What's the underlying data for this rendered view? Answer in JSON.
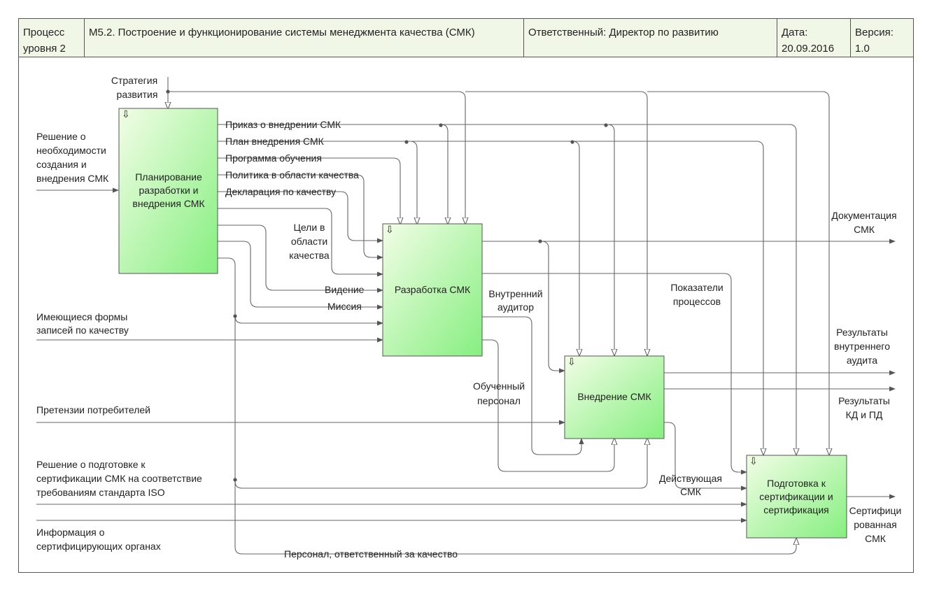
{
  "header": {
    "level": [
      "Процесс",
      "уровня 2"
    ],
    "title": "М5.2.  Построение и функционирование системы менеджмента качества (СМК)",
    "responsible": "Ответственный: Директор по развитию",
    "date": [
      "Дата:",
      "20.09.2016"
    ],
    "version": [
      "Версия:",
      "1.0"
    ]
  },
  "boxes": {
    "planning": [
      "Планирование",
      "разработки и",
      "внедрения СМК"
    ],
    "development": [
      "Разработка СМК"
    ],
    "implementation": [
      "Внедрение СМК"
    ],
    "certification": [
      "Подготовка к",
      "сертификации и",
      "сертификация"
    ]
  },
  "inputs": {
    "decision": [
      "Решение о",
      "необходимости",
      "создания и",
      "внедрения СМК"
    ],
    "forms": [
      "Имеющиеся формы",
      "записей по качеству"
    ],
    "claims": [
      "Претензии потребителей"
    ],
    "cert_decision": [
      "Решение о подготовке к",
      "сертификации СМК на соответствие",
      "требованиям стандарта ISO"
    ],
    "cert_bodies": [
      "Информация о",
      "сертифицирующих органах"
    ]
  },
  "controls": {
    "strategy": [
      "Стратегия",
      "развития"
    ]
  },
  "planning_outputs": {
    "order": "Приказ о внедрении СМК",
    "plan": "План внедрения СМК",
    "training": "Программа обучения",
    "policy": "Политика в области качества",
    "declaration": "Декларация по качеству",
    "goals": [
      "Цели в",
      "области",
      "качества"
    ],
    "vision": "Видение",
    "mission": "Миссия"
  },
  "flows": {
    "internal_auditor": [
      "Внутренний",
      "аудитор"
    ],
    "trained_staff": [
      "Обученный",
      "персонал"
    ],
    "process_indicators": [
      "Показатели",
      "процессов"
    ],
    "active_qms": [
      "Действующая",
      "СМК"
    ],
    "quality_staff": "Персонал, ответственный за качество"
  },
  "outputs": {
    "documentation": [
      "Документация",
      "СМК"
    ],
    "audit_results": [
      "Результаты",
      "внутреннего",
      "аудита"
    ],
    "kd_pd_results": [
      "Результаты",
      "КД и ПД"
    ],
    "certified": [
      "Сертифици",
      "рованная",
      "СМК"
    ]
  },
  "colors": {
    "box_fill_light": "#f2fde6",
    "box_fill_dark": "#86ef80",
    "header_fill": "#f1f7e6",
    "line": "#666666"
  }
}
